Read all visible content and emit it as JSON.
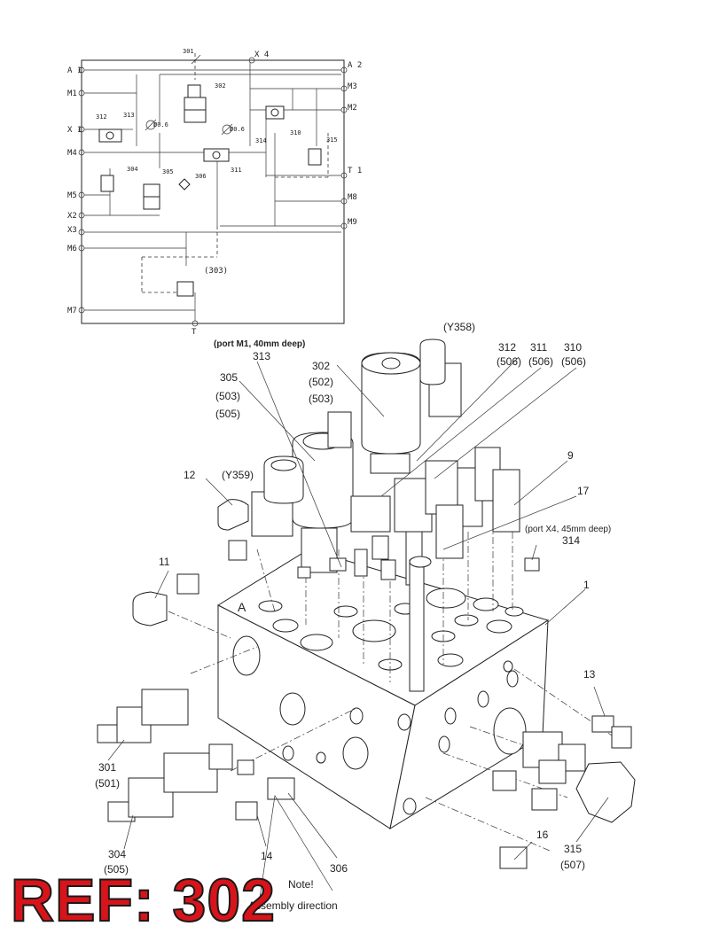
{
  "schematic": {
    "ports_left": [
      "A 1",
      "M1",
      "X 1",
      "M4",
      "M5",
      "X2",
      "X3",
      "M6",
      "M7"
    ],
    "ports_right": [
      "A 2",
      "M3",
      "M2",
      "T 1",
      "M8",
      "M9"
    ],
    "port_top": "X 4",
    "port_bottom": "T",
    "components": [
      "301",
      "302",
      "312",
      "313",
      "Ø0.6",
      "Ø0.6",
      "314",
      "310",
      "315",
      "304",
      "305",
      "306",
      "311",
      "(303)"
    ]
  },
  "callouts": {
    "y358": "(Y358)",
    "port_m1_note": "(port M1, 40mm deep)",
    "c313": "313",
    "c312": "312",
    "c312_sub": "(506)",
    "c311": "311",
    "c311_sub": "(506)",
    "c310": "310",
    "c310_sub": "(506)",
    "c302": "302",
    "c302_sub1": "(502)",
    "c302_sub2": "(503)",
    "c305": "305",
    "c305_sub1": "(503)",
    "c305_sub2": "(505)",
    "c9": "9",
    "c12": "12",
    "y359": "(Y359)",
    "c17": "17",
    "port_x4_note": "(port X4, 45mm deep)",
    "c314": "314",
    "c11": "11",
    "c1": "1",
    "c13": "13",
    "c301": "301",
    "c301_sub": "(501)",
    "c304": "304",
    "c304_sub": "(505)",
    "c14": "14",
    "c306": "306",
    "c16": "16",
    "c315": "315",
    "c315_sub": "(507)",
    "note": "Note!",
    "assembly": "Assembly direction"
  },
  "ref_label": "REF: 302",
  "colors": {
    "ref_text": "#d8141b",
    "ref_outline": "#1a1a1a",
    "line": "#222222"
  }
}
